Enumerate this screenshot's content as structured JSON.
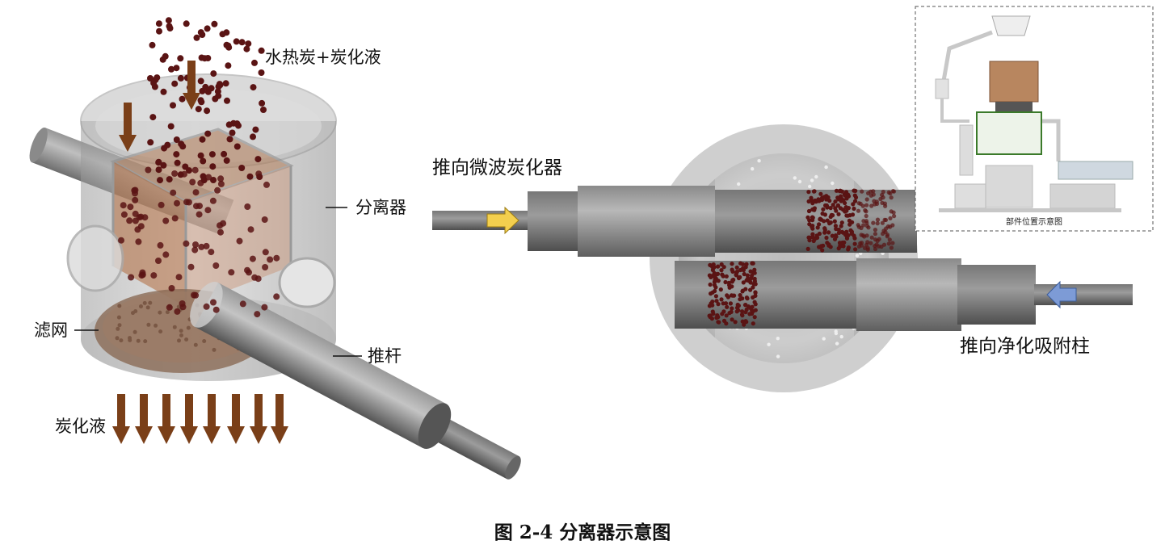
{
  "labels": {
    "feed": "水热炭+炭化液",
    "separator": "分离器",
    "filter": "滤网",
    "push_rod": "推杆",
    "liquid_out": "炭化液",
    "to_microwave": "推向微波炭化器",
    "to_purifier": "推向净化吸附柱"
  },
  "inset": {
    "caption": "部件位置示意图"
  },
  "figure_caption": "图 2-4  分离器示意图",
  "colors": {
    "particle": "#5a1414",
    "arrow_brown": "#7a3f18",
    "arrow_yellow": "#f3cf4e",
    "arrow_blue": "#7d9bd6",
    "pipe_gray": "#6d6d6d",
    "highlight_green": "#3b7a2a"
  }
}
